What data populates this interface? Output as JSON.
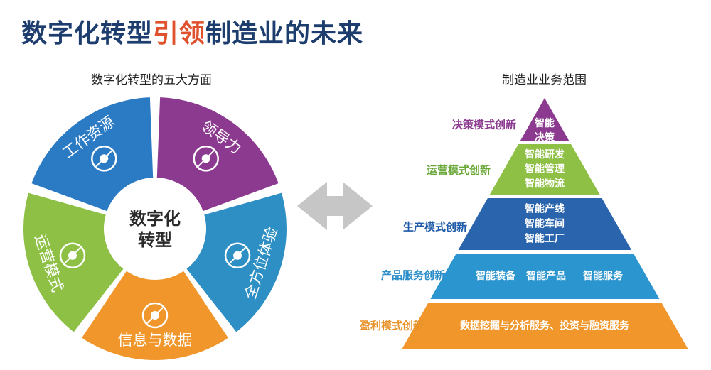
{
  "title": {
    "part1": "数字化转型",
    "part2": "引领",
    "part3": "制造业的未来"
  },
  "left": {
    "subtitle": "数字化转型的五大方面",
    "center": [
      "数字化",
      "转型"
    ],
    "segments": [
      {
        "label": "工作资源",
        "color": "#2b7ac4",
        "icon": "people-network-icon"
      },
      {
        "label": "领导力",
        "color": "#8b3a8f",
        "icon": "podcast-microphone-icon"
      },
      {
        "label": "全方位体验",
        "color": "#2d8fc4",
        "icon": "shopping-bag-icon"
      },
      {
        "label": "信息与数据",
        "color": "#f0962a",
        "icon": "dice-signal-icon"
      },
      {
        "label": "运营模式",
        "color": "#8dc045",
        "icon": "hub-cycle-icon"
      }
    ]
  },
  "arrow": {
    "icon": "double-arrow-icon",
    "color": "#c6c6c6"
  },
  "right": {
    "subtitle": "制造业业务范围",
    "tiers": [
      {
        "level": "决策模式创新",
        "level_color": "#8b3a8f",
        "fill": "#8b3a8f",
        "items": [
          "智能",
          "决策"
        ]
      },
      {
        "level": "运营模式创新",
        "level_color": "#6aa83a",
        "fill": "#8dc045",
        "items": [
          "智能研发",
          "智能管理",
          "智能物流"
        ]
      },
      {
        "level": "生产模式创新",
        "level_color": "#1e5aa8",
        "fill": "#2a64ad",
        "items": [
          "智能产线",
          "智能车间",
          "智能工厂"
        ]
      },
      {
        "level": "产品服务创新",
        "level_color": "#2b8ec8",
        "fill": "#2b95cf",
        "items": [
          "智能装备",
          "智能产品",
          "智能服务"
        ]
      },
      {
        "level": "盈利模式创新",
        "level_color": "#e8922a",
        "fill": "#f0962a",
        "items": [
          "数据挖掘与分析服务、投资与融资服务"
        ]
      }
    ]
  }
}
